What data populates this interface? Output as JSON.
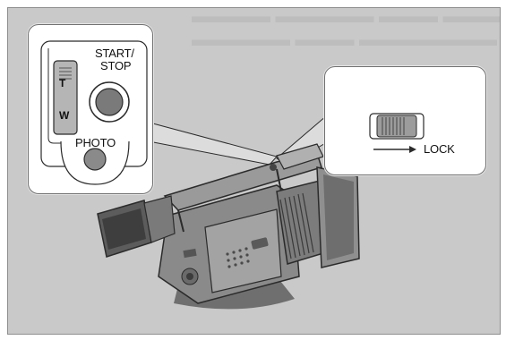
{
  "labels": {
    "start_stop_line1": "START/",
    "start_stop_line2": "STOP",
    "zoom_tele": "T",
    "zoom_wide": "W",
    "photo": "PHOTO",
    "lock": "LOCK"
  },
  "colors": {
    "background_gray": "#c9c9c9",
    "callout_fill": "#ffffff",
    "outline": "#2b2b2b",
    "camera_body": "#7e7e7e"
  },
  "icons": {
    "start_stop": "round-record-button",
    "zoom": "zoom-rocker-lever",
    "photo": "round-shutter-button",
    "lock": "slide-lock-switch",
    "arrow": "right-arrow"
  }
}
